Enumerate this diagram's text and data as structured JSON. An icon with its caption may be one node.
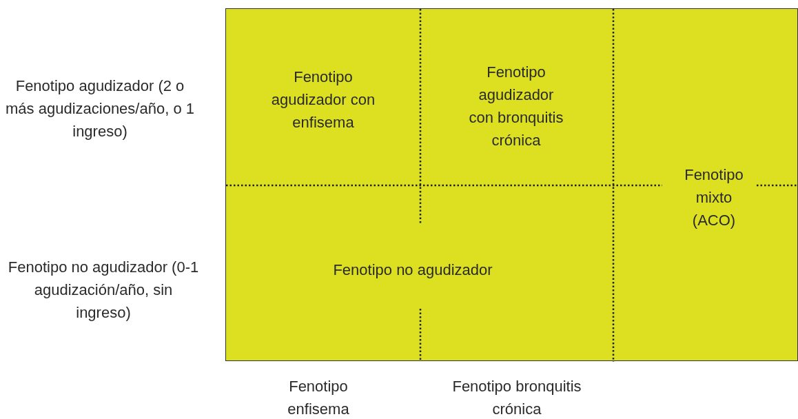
{
  "diagram": {
    "nodes": [
      {
        "text": [],
        "shape": "box"
      },
      {
        "text": [
          "Fenotipo agudizador con enfisema"
        ],
        "in": 0
      },
      {
        "text": [
          "Fenotipo agudizador con bronquitis crónica"
        ],
        "in": 0
      },
      {
        "text": [
          "Fenotipo mixto (ACO)"
        ],
        "in": 0
      },
      {
        "text": [
          "Fenotipo no agudizador"
        ],
        "in": 0
      }
    ],
    "edges": [],
    "labels": [
      "Fenotipo agudizador (2 o más agudizaciones/año, o 1 ingreso)",
      "Fenotipo no agudizador (0-1 agudización/año, sin ingreso)",
      "Fenotipo enfisema",
      "Fenotipo bronquitis crónica"
    ]
  }
}
